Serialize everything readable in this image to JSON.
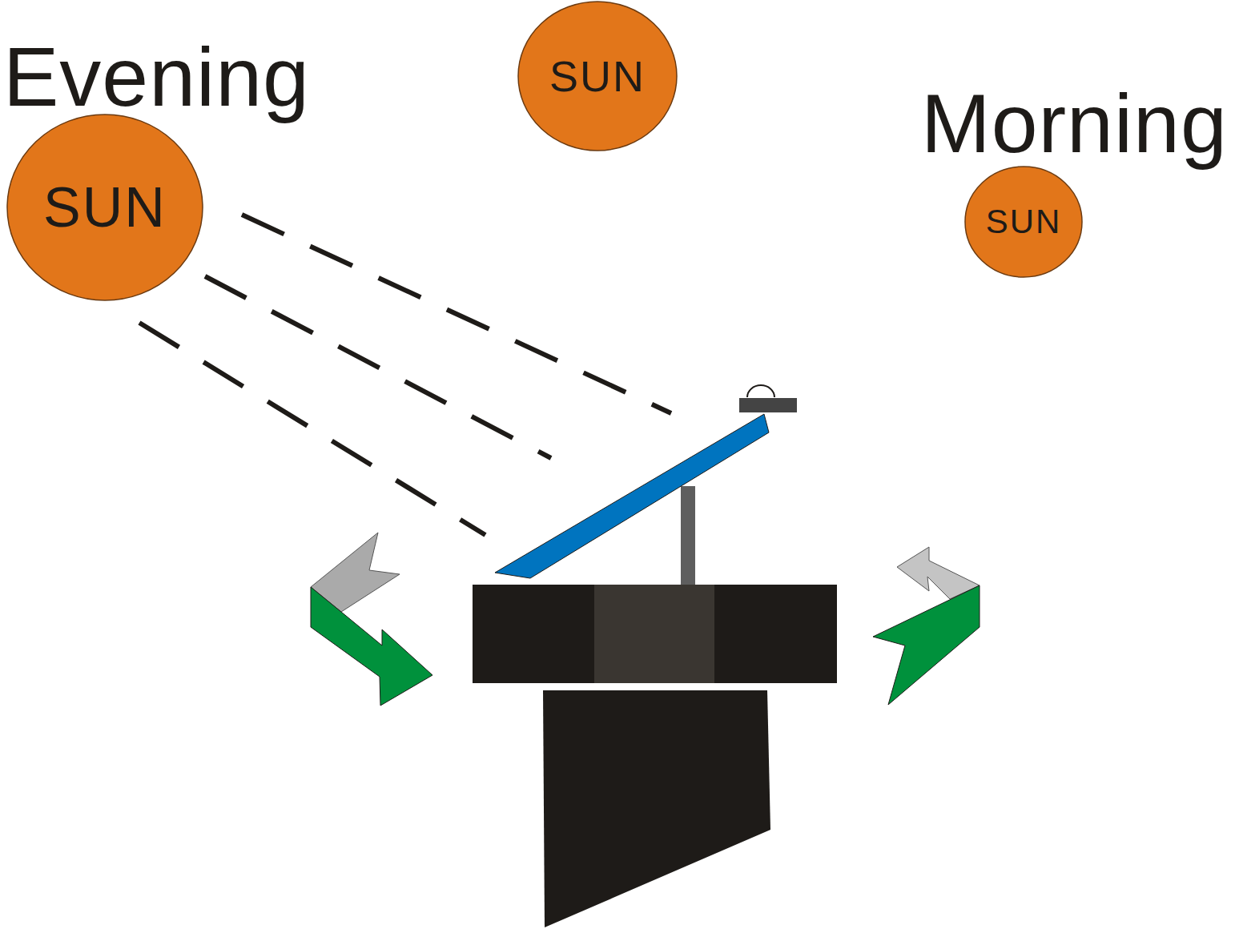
{
  "diagram": {
    "nodes": [
      {
        "text": [
          "SUN"
        ]
      },
      {
        "text": [
          "SUN"
        ]
      },
      {
        "text": [
          "SUN"
        ]
      }
    ],
    "labels": [
      "Evening",
      "Morning"
    ]
  }
}
